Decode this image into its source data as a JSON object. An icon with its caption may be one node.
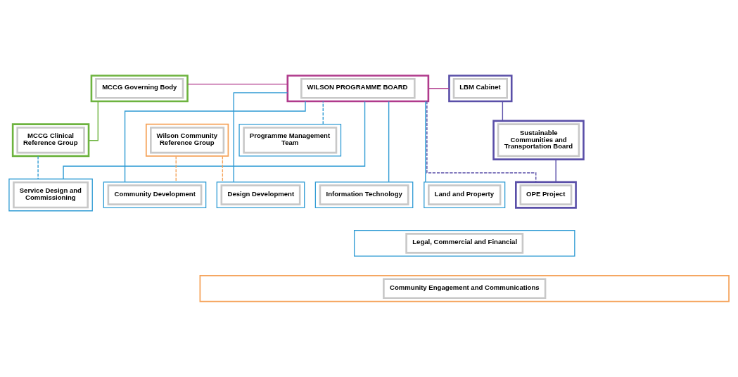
{
  "diagram": {
    "nodes": [
      {
        "text": [
          "MCCG Governing Body"
        ]
      },
      {
        "text": [
          "WILSON PROGRAMME BOARD"
        ]
      },
      {
        "text": [
          "LBM Cabinet"
        ]
      },
      {
        "text": [
          "MCCG Clinical Reference Group"
        ]
      },
      {
        "text": [
          "Programme Management Team"
        ]
      },
      {
        "text": [
          "Wilson Community Reference Group"
        ]
      },
      {
        "text": [
          "Sustainable Communities and Transportation Board"
        ]
      },
      {
        "text": [
          "Service Design and Commissioning"
        ]
      },
      {
        "text": [
          "Information Technology"
        ]
      },
      {
        "text": [
          "Land and Property"
        ]
      },
      {
        "text": [
          "Community Development"
        ]
      },
      {
        "text": [
          "Design Development"
        ]
      },
      {
        "text": [
          "OPE Project"
        ]
      },
      {
        "text": [
          "Legal, Commercial and Financial"
        ]
      },
      {
        "text": [
          "Community Engagement and Communications"
        ]
      }
    ],
    "edges": [
      {
        "from": 0,
        "to": 1,
        "arrow": "none",
        "color": "#b03a8c"
      },
      {
        "from": 1,
        "to": 2,
        "arrow": "none",
        "color": "#b03a8c"
      },
      {
        "from": 0,
        "to": 3,
        "arrow": "none",
        "color": "#6db33f"
      },
      {
        "from": 2,
        "to": 6,
        "arrow": "none",
        "color": "#5a4fa8"
      },
      {
        "from": 6,
        "to": 12,
        "arrow": "none",
        "color": "#5a4fa8"
      },
      {
        "from": 1,
        "to": 12,
        "arrow": "none",
        "style": "dashed",
        "color": "#5a4fa8"
      },
      {
        "from": 4,
        "to": 1,
        "arrow": "none",
        "style": "dashed"
      },
      {
        "from": 1,
        "to": 7,
        "arrow": "none"
      },
      {
        "from": 1,
        "to": 8,
        "arrow": "none"
      },
      {
        "from": 1,
        "to": 9,
        "arrow": "none"
      },
      {
        "from": 1,
        "to": 10,
        "arrow": "none"
      },
      {
        "from": 1,
        "to": 11,
        "arrow": "none"
      },
      {
        "from": 3,
        "to": 7,
        "arrow": "none",
        "style": "dashed"
      },
      {
        "from": 5,
        "to": 10,
        "arrow": "none",
        "style": "dashed",
        "color": "#f5a35a"
      },
      {
        "from": 5,
        "to": 11,
        "arrow": "none",
        "style": "dashed",
        "color": "#f5a35a"
      }
    ]
  }
}
